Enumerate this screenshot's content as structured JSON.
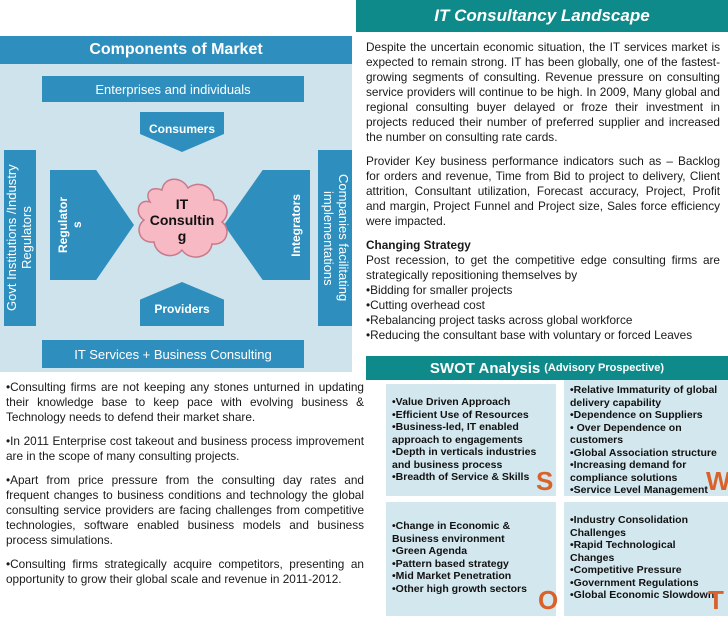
{
  "header": {
    "title": "IT Consultancy Landscape"
  },
  "diagram": {
    "title": "Components of Market",
    "top_bar": "Enterprises and individuals",
    "bottom_bar": "IT Services + Business Consulting",
    "left_bar": "Govt Institutions /Industry Regulators",
    "right_bar": "Companies facilitating implementations",
    "consumers": "Consumers",
    "providers": "Providers",
    "regulators_line1": "Regulator",
    "regulators_line2": "s",
    "integrators": "Integrators",
    "center_line1": "IT",
    "center_line2": "Consultin",
    "center_line3": "g",
    "colors": {
      "blue": "#2e8fbf",
      "background": "#cfe3ec",
      "cloud": "#f7b9c4",
      "cloud_stroke": "#c9798a"
    }
  },
  "right_text": {
    "p1": "Despite the uncertain economic situation, the IT services market is expected to remain strong. IT has been globally, one of the fastest-growing segments of consulting. Revenue pressure on consulting service providers will continue to be high. In 2009, Many global and regional consulting buyer delayed or froze their investment in projects reduced their number of preferred supplier and increased the number on consulting rate cards.",
    "p2": "Provider Key business performance indicators such as – Backlog for orders and revenue, Time from Bid to project to delivery, Client attrition, Consultant utilization, Forecast accuracy, Project, Profit and margin, Project Funnel and Project size, Sales force efficiency were impacted.",
    "strategy_title": "Changing Strategy",
    "strategy_intro": "Post recession, to get the competitive edge consulting firms are strategically repositioning themselves by",
    "strategy_items": [
      "•Bidding for smaller projects",
      "•Cutting overhead cost",
      "•Rebalancing project tasks across global workforce",
      "•Reducing the consultant base with voluntary or forced Leaves"
    ]
  },
  "swot": {
    "title": "SWOT Analysis",
    "subtitle": "(Advisory Prospective)",
    "strengths": [
      "•Value Driven Approach",
      "•Efficient Use of Resources",
      "•Business-led, IT enabled approach  to engagements",
      "•Depth in verticals industries and business process",
      "•Breadth of  Service & Skills"
    ],
    "weaknesses": [
      "•Relative Immaturity of global delivery capability",
      "•Dependence on Suppliers",
      "• Over Dependence on customers",
      "•Global Association structure",
      "•Increasing demand for compliance solutions",
      "•Service Level Management"
    ],
    "opportunities": [
      "•Change in Economic & Business environment",
      "•Green Agenda",
      "•Pattern based strategy",
      "•Mid Market  Penetration",
      "•Other  high growth sectors"
    ],
    "threats": [
      "•Industry Consolidation Challenges",
      "•Rapid Technological Changes",
      "•Competitive Pressure",
      "•Government Regulations",
      "•Global Economic Slowdown"
    ],
    "letter_s": "S",
    "letter_w": "W",
    "letter_o": "O",
    "letter_t": "T"
  },
  "left_text": {
    "p1": "•Consulting firms are not keeping any stones unturned in updating their knowledge base to keep pace with evolving business & Technology needs to defend their market share.",
    "p2": "•In 2011 Enterprise cost takeout and business process improvement are in the scope of many consulting projects.",
    "p3": "•Apart from price pressure from the consulting day rates and frequent changes to business conditions and technology the global consulting service providers are facing challenges from competitive technologies, software enabled business models and business process simulations.",
    "p4": "•Consulting firms strategically acquire competitors, presenting an opportunity to grow their global scale and revenue in 2011-2012."
  }
}
